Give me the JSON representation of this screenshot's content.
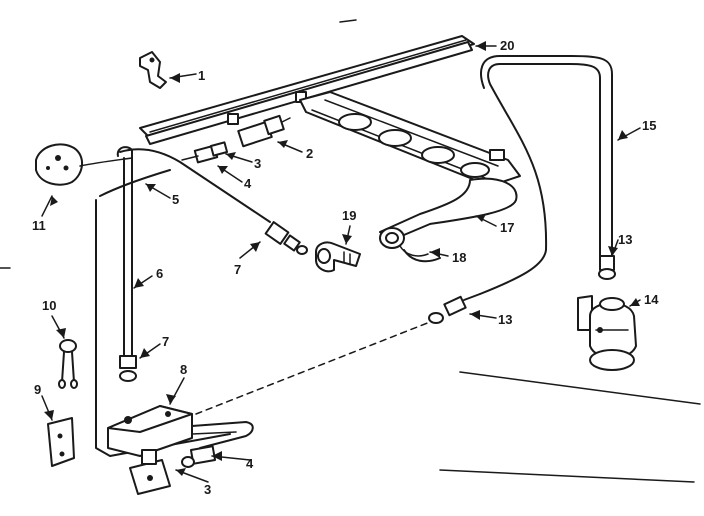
{
  "callouts": {
    "c1": "1",
    "c2": "2",
    "c3a": "3",
    "c3b": "3",
    "c4a": "4",
    "c4b": "4",
    "c5": "5",
    "c6": "6",
    "c7a": "7",
    "c7b": "7",
    "c8": "8",
    "c9": "9",
    "c10": "10",
    "c11": "11",
    "c13a": "13",
    "c13b": "13",
    "c14": "14",
    "c15": "15",
    "c17": "17",
    "c18": "18",
    "c19": "19",
    "c20": "20"
  },
  "colors": {
    "ink": "#1a1a1a",
    "paper": "#ffffff"
  }
}
